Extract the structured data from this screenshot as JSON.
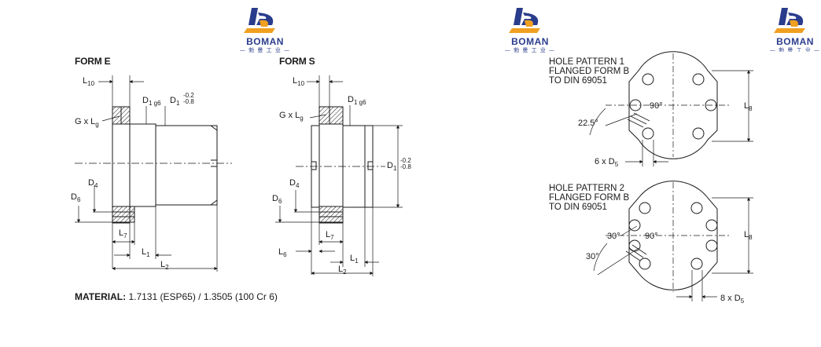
{
  "brand": {
    "name": "BOMAN",
    "subtitle": "— 勃 曼 工 业 —"
  },
  "form_e": {
    "title": "FORM E",
    "labels": {
      "l10": "L",
      "l10_sub": "10",
      "g": "G x L",
      "g_sub": "g",
      "d1g6": "D",
      "d1g6_sub": "1 g6",
      "d1": "D",
      "d1_sub": "1",
      "d1_tol_up": "-0.2",
      "d1_tol_dn": "-0.8",
      "d4": "D",
      "d4_sub": "4",
      "d6": "D",
      "d6_sub": "6",
      "l7": "L",
      "l7_sub": "7",
      "l1": "L",
      "l1_sub": "1",
      "l2": "L",
      "l2_sub": "2"
    }
  },
  "form_s": {
    "title": "FORM S",
    "labels": {
      "l10": "L",
      "l10_sub": "10",
      "g": "G x L",
      "g_sub": "g",
      "d1g6": "D",
      "d1g6_sub": "1 g6",
      "d1": "D",
      "d1_sub": "1",
      "d1_tol_up": "-0.2",
      "d1_tol_dn": "-0.8",
      "d4": "D",
      "d4_sub": "4",
      "d6": "D",
      "d6_sub": "6",
      "l7": "L",
      "l7_sub": "7",
      "l6": "L",
      "l6_sub": "6",
      "l1": "L",
      "l1_sub": "1",
      "l2": "L",
      "l2_sub": "2"
    }
  },
  "hole_pattern_1": {
    "line1": "HOLE PATTERN 1",
    "line2": "FLANGED FORM B",
    "line3": "TO DIN 69051",
    "angle_center": "90°",
    "angle_side": "22.5°",
    "holes": "6 x D",
    "holes_sub": "5",
    "l8": "L",
    "l8_sub": "8"
  },
  "hole_pattern_2": {
    "line1": "HOLE PATTERN 2",
    "line2": "FLANGED FORM B",
    "line3": "TO DIN 69051",
    "angle_center": "90°",
    "angle_left": "30°",
    "angle_side": "30°",
    "holes": "8 x D",
    "holes_sub": "5",
    "l8": "L",
    "l8_sub": "8"
  },
  "material": {
    "label": "MATERIAL:",
    "value": "1.7131 (ESP65) / 1.3505 (100 Cr 6)"
  },
  "colors": {
    "brand_blue": "#2a3c8c",
    "brand_orange": "#f0a020",
    "line": "#1a1a1a"
  }
}
